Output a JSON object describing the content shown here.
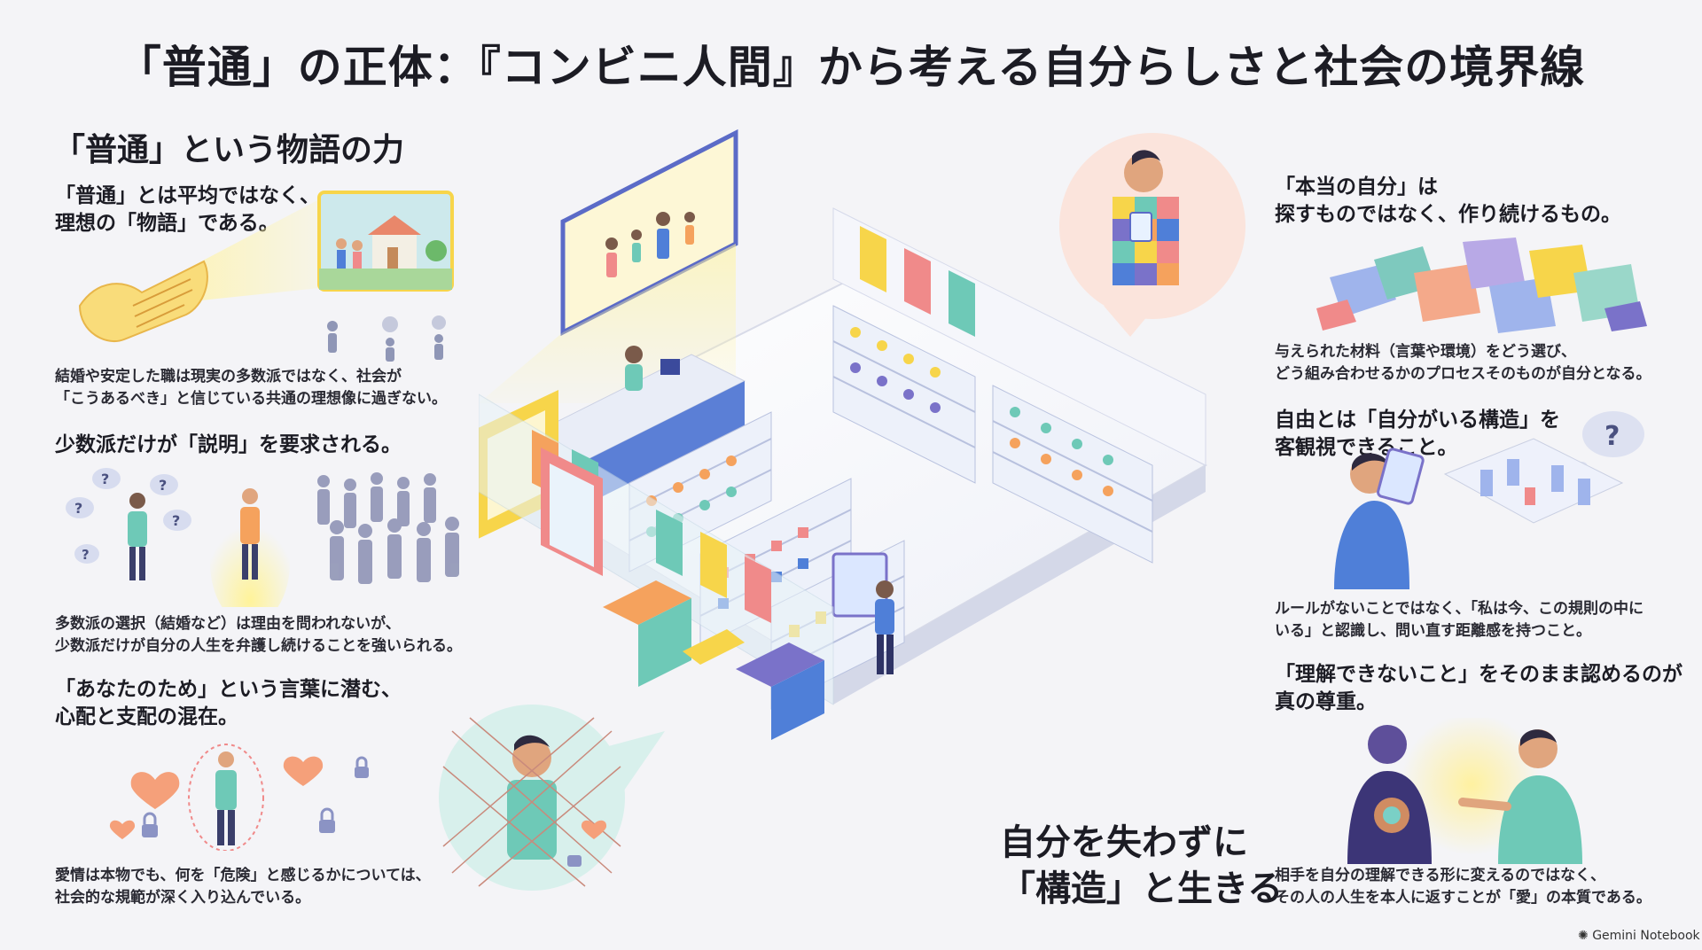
{
  "title": "「普通」の正体：『コンビニ人間』から考える自分らしさと社会の境界線",
  "left": {
    "heading": "「普通」という物語の力",
    "s1_title": [
      "「普通」とは平均ではなく、",
      "理想の「物語」である。"
    ],
    "s1_body": [
      "結婚や安定した職は現実の多数派ではなく、社会が",
      "「こうあるべき」と信じている共通の理想像に過ぎない。"
    ],
    "s2_title": "少数派だけが「説明」を要求される。",
    "s2_body": [
      "多数派の選択（結婚など）は理由を問われないが、",
      "少数派だけが自分の人生を弁護し続けることを強いられる。"
    ],
    "s3_title": [
      "「あなたのため」という言葉に潜む、",
      "心配と支配の混在。"
    ],
    "s3_body": [
      "愛情は本物でも、何を「危険」と感じるかについては、",
      "社会的な規範が深く入り込んでいる。"
    ]
  },
  "right": {
    "s1_title": [
      "「本当の自分」は",
      "探すものではなく、作り続けるもの。"
    ],
    "s1_body": [
      "与えられた材料（言葉や環境）をどう選び、",
      "どう組み合わせるかのプロセスそのものが自分となる。"
    ],
    "s2_title": [
      "自由とは「自分がいる構造」を",
      "客観視できること。"
    ],
    "s2_body": [
      "ルールがないことではなく、「私は今、この規則の中に",
      "いる」と認識し、問い直す距離感を持つこと。"
    ],
    "s3_title": [
      "「理解できないこと」をそのまま認めるのが",
      "真の尊重。"
    ],
    "s3_body": [
      "相手を自分の理解できる形に変えるのではなく、",
      "その人の人生を本人に返すことが「愛」の本質である。"
    ]
  },
  "center": {
    "tagline": [
      "自分を失わずに",
      "「構造」と生きる"
    ]
  },
  "brand": "Gemini Notebook",
  "icons": {
    "question": "?",
    "brand_logo": "✺"
  },
  "colors": {
    "background": "#f4f4f7",
    "accent_yellow": "#f7d54a",
    "accent_blue": "#4f7fd8",
    "accent_teal": "#6ec9b7",
    "accent_pink": "#f08a8a",
    "accent_orange": "#f5a25d",
    "accent_purple": "#7a72c9"
  }
}
